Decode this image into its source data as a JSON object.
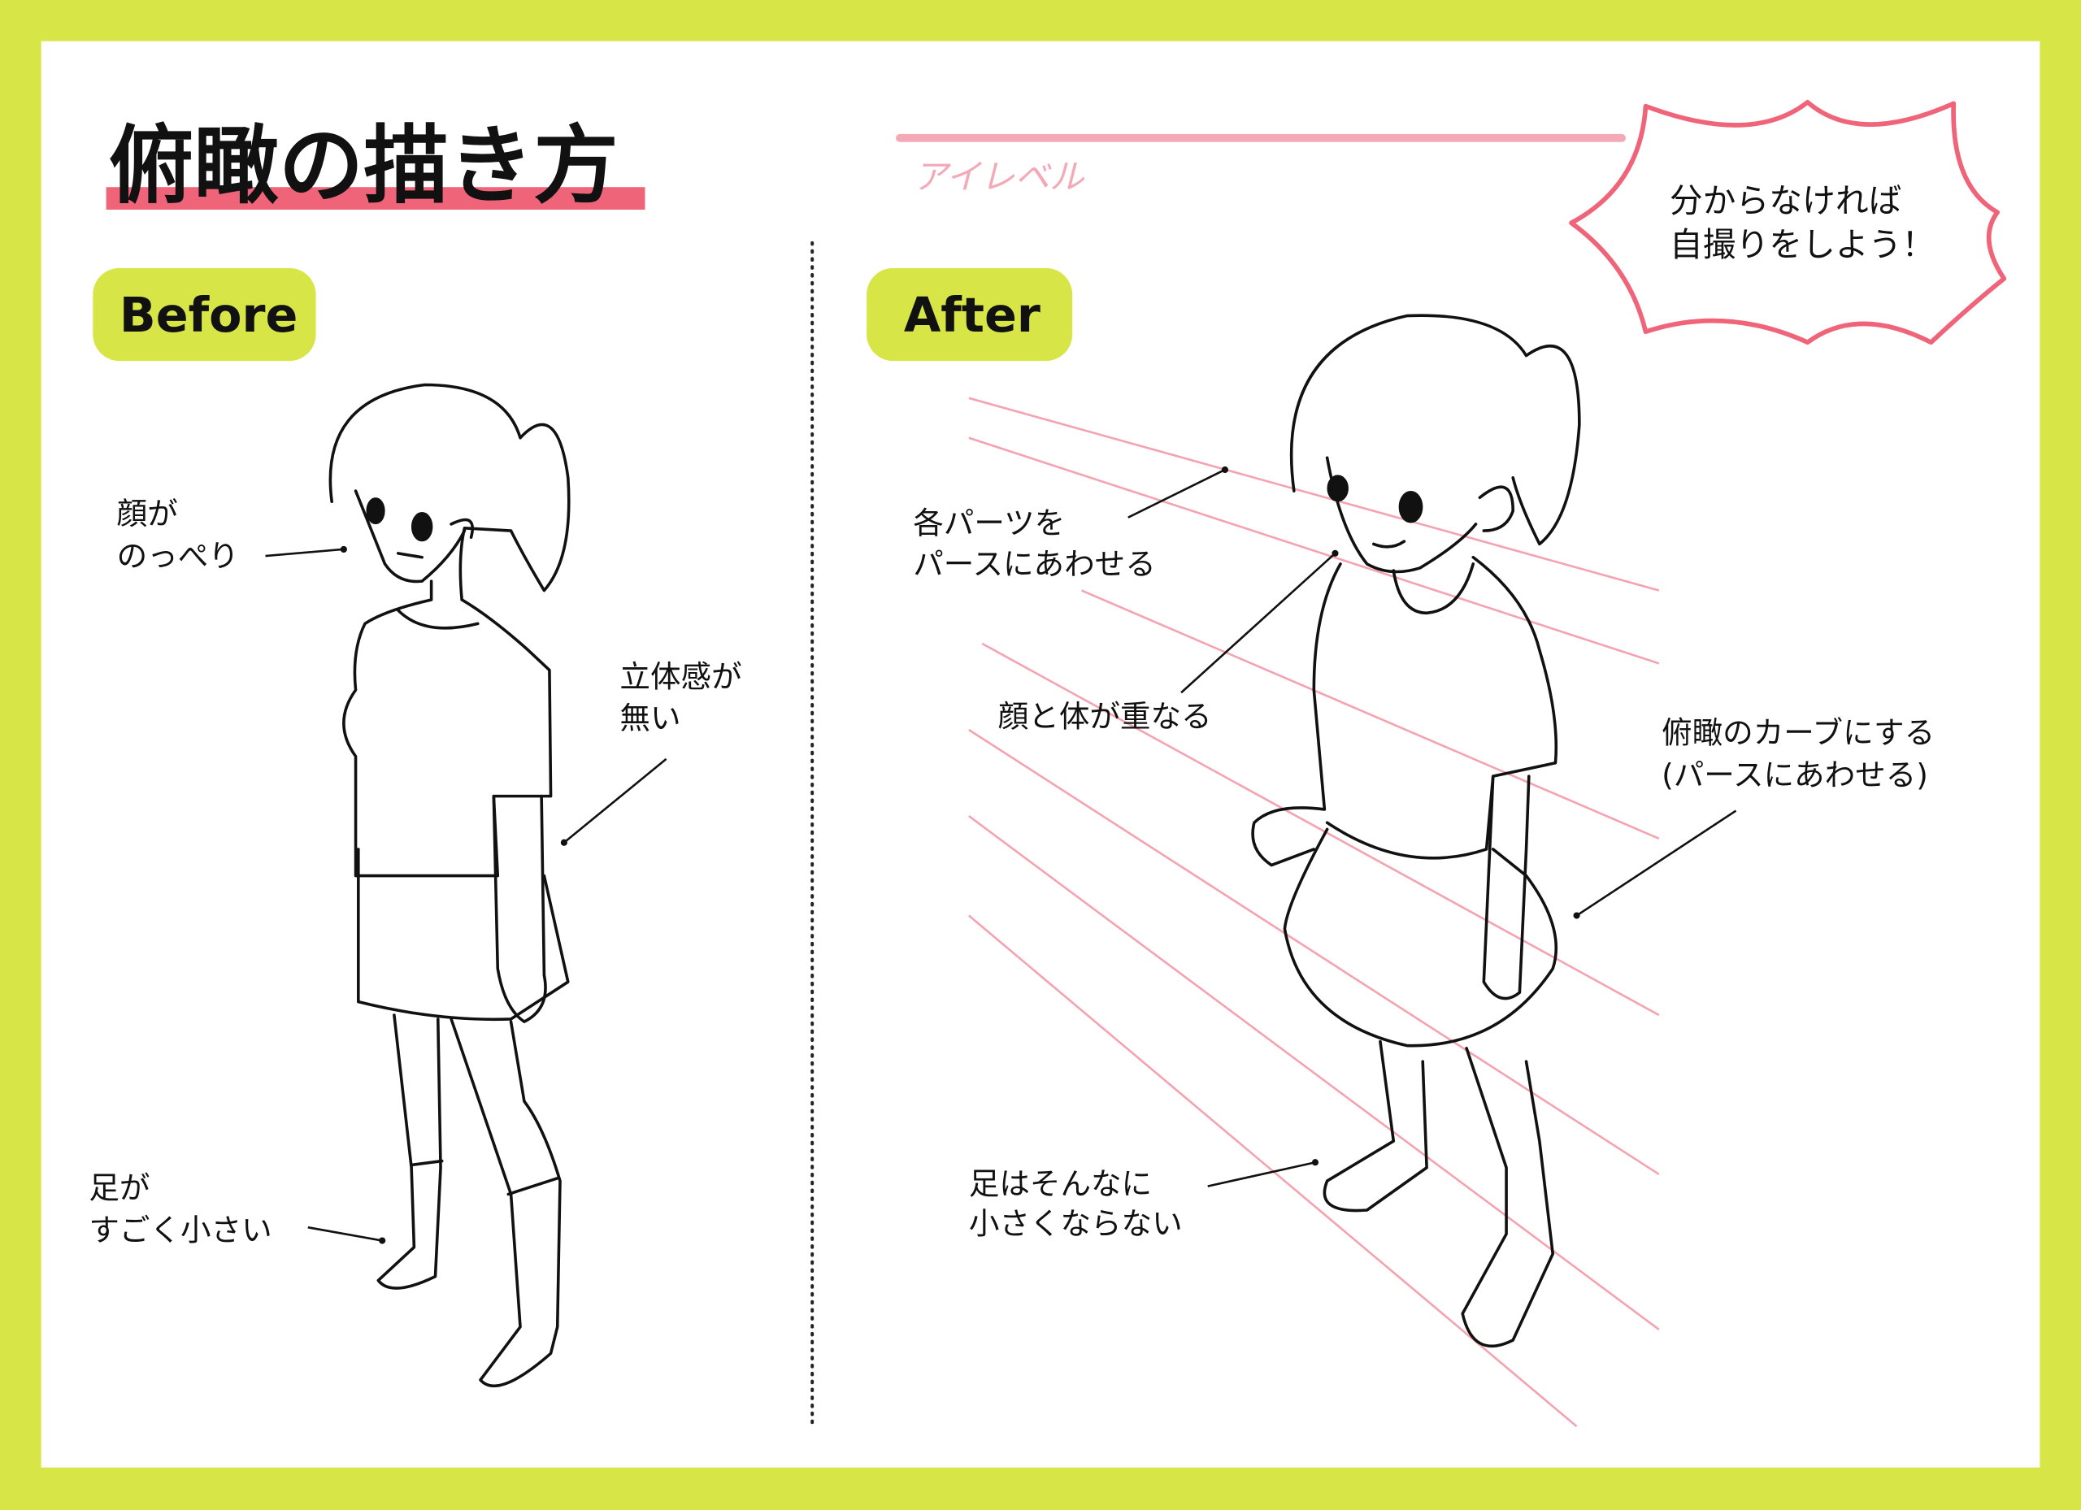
{
  "title": "俯瞰の描き方",
  "colors": {
    "border": "#d7e646",
    "accent": "#f0647a",
    "perspective": "#f4a3b0",
    "badge": "#d7e646"
  },
  "before": {
    "badge": "Before",
    "notes": [
      {
        "lines": [
          "顔が",
          "のっぺり"
        ]
      },
      {
        "lines": [
          "立体感が",
          "無い"
        ]
      },
      {
        "lines": [
          "足が",
          "すごく小さい"
        ]
      }
    ]
  },
  "after": {
    "badge": "After",
    "eye_level_label": "アイレベル",
    "bubble": [
      "分からなければ",
      "自撮りをしよう！"
    ],
    "notes": [
      {
        "lines": [
          "各パーツを",
          "パースにあわせる"
        ]
      },
      {
        "lines": [
          "顔と体が重なる"
        ]
      },
      {
        "lines": [
          "俯瞰のカーブにする",
          "(パースにあわせる)"
        ]
      },
      {
        "lines": [
          "足はそんなに",
          "小さくならない"
        ]
      }
    ]
  }
}
